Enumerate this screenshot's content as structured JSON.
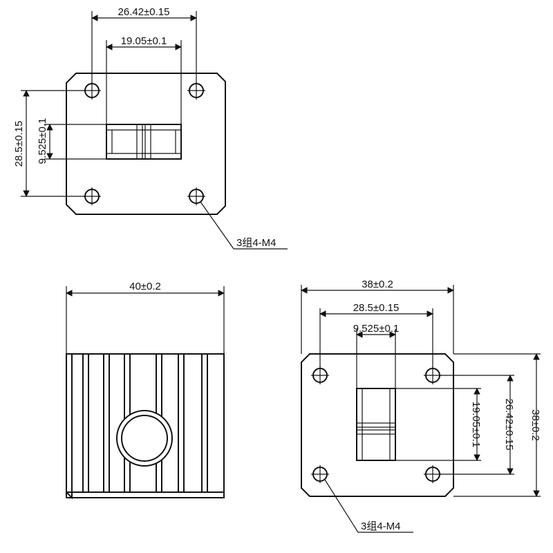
{
  "top_view": {
    "dim_outer_width": "26.42±0.15",
    "dim_inner_width": "19.05±0.1",
    "dim_outer_height": "28.5±0.15",
    "dim_inner_height": "9.525±0.1",
    "callout": "3组4-M4"
  },
  "side_view": {
    "dim_width": "40±0.2"
  },
  "right_view": {
    "dim_width": "38±0.2",
    "dim_hole_spacing": "28.5±0.15",
    "dim_slot_width": "9.525±0.1",
    "dim_slot_height": "19.05±0.1",
    "dim_hole_vert": "26.42±0.15",
    "dim_height": "38±0.2",
    "callout": "3组4-M4"
  }
}
